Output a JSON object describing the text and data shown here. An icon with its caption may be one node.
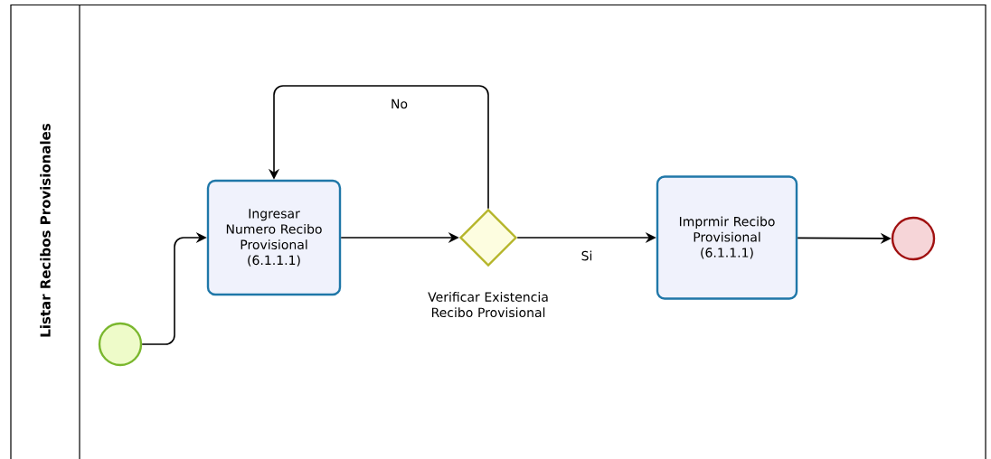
{
  "diagram": {
    "nodes": [
      {
        "text": [
          "Listar Recibos Provisionales"
        ]
      },
      {
        "text": [],
        "shape": "circle",
        "in": 0
      },
      {
        "text": [
          "Ingresar Numero Recibo Provisional (6.1.1.1)"
        ],
        "in": 0
      },
      {
        "text": [],
        "shape": "diamond",
        "in": 0,
        "beside": [
          "Verificar Existencia Recibo Provisional"
        ]
      },
      {
        "text": [
          "Imprmir Recibo Provisional (6.1.1.1)"
        ],
        "in": 0
      },
      {
        "text": [],
        "shape": "circle",
        "in": 0
      }
    ],
    "edges": [
      {
        "from": 1,
        "to": 2,
        "arrow": "to"
      },
      {
        "from": 2,
        "to": 3,
        "arrow": "to"
      },
      {
        "from": 3,
        "to": 2,
        "arrow": "to",
        "label": "No"
      },
      {
        "from": 3,
        "to": 4,
        "arrow": "to",
        "label": "Si"
      },
      {
        "from": 4,
        "to": 5,
        "arrow": "to"
      }
    ]
  }
}
